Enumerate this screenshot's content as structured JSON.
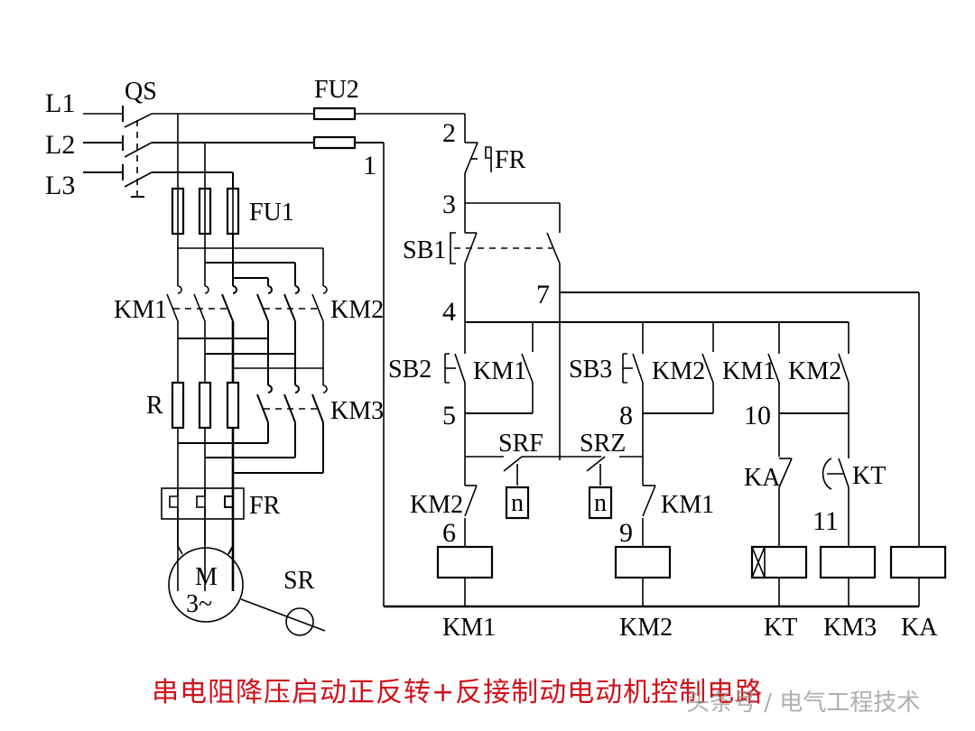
{
  "diagram": {
    "title": "串电阻降压启动正反转+反接制动电动机控制电路",
    "watermark": "头条号 / 电气工程技术",
    "title_color": "#d0101a",
    "power_circuit": {
      "phases": [
        "L1",
        "L2",
        "L3"
      ],
      "main_switch": "QS",
      "main_fuses": "FU1",
      "forward_contactor": "KM1",
      "reverse_contactor": "KM2",
      "bypass_contactor": "KM3",
      "resistors": "R",
      "thermal_relay": "FR",
      "motor": {
        "symbol": "M",
        "type": "3~"
      },
      "speed_relay": "SR"
    },
    "control_circuit": {
      "control_fuse": "FU2",
      "overload_contact": "FR",
      "stop_button": "SB1",
      "forward_button": "SB2",
      "reverse_button": "SB3",
      "speed_contacts": [
        "SRF",
        "SRZ"
      ],
      "speed_sensor_glyph": "n",
      "interlock_contacts": {
        "km1_branch": "KM2",
        "km2_branch": "KM1"
      },
      "holding_contacts": [
        "KM1",
        "KM2",
        "KM1",
        "KM2"
      ],
      "ka_contact": "KA",
      "kt_contact": "KT",
      "node_numbers": [
        "1",
        "2",
        "3",
        "4",
        "5",
        "6",
        "7",
        "8",
        "9",
        "10",
        "11"
      ],
      "coils": [
        "KM1",
        "KM2",
        "KT",
        "KM3",
        "KA"
      ]
    }
  }
}
